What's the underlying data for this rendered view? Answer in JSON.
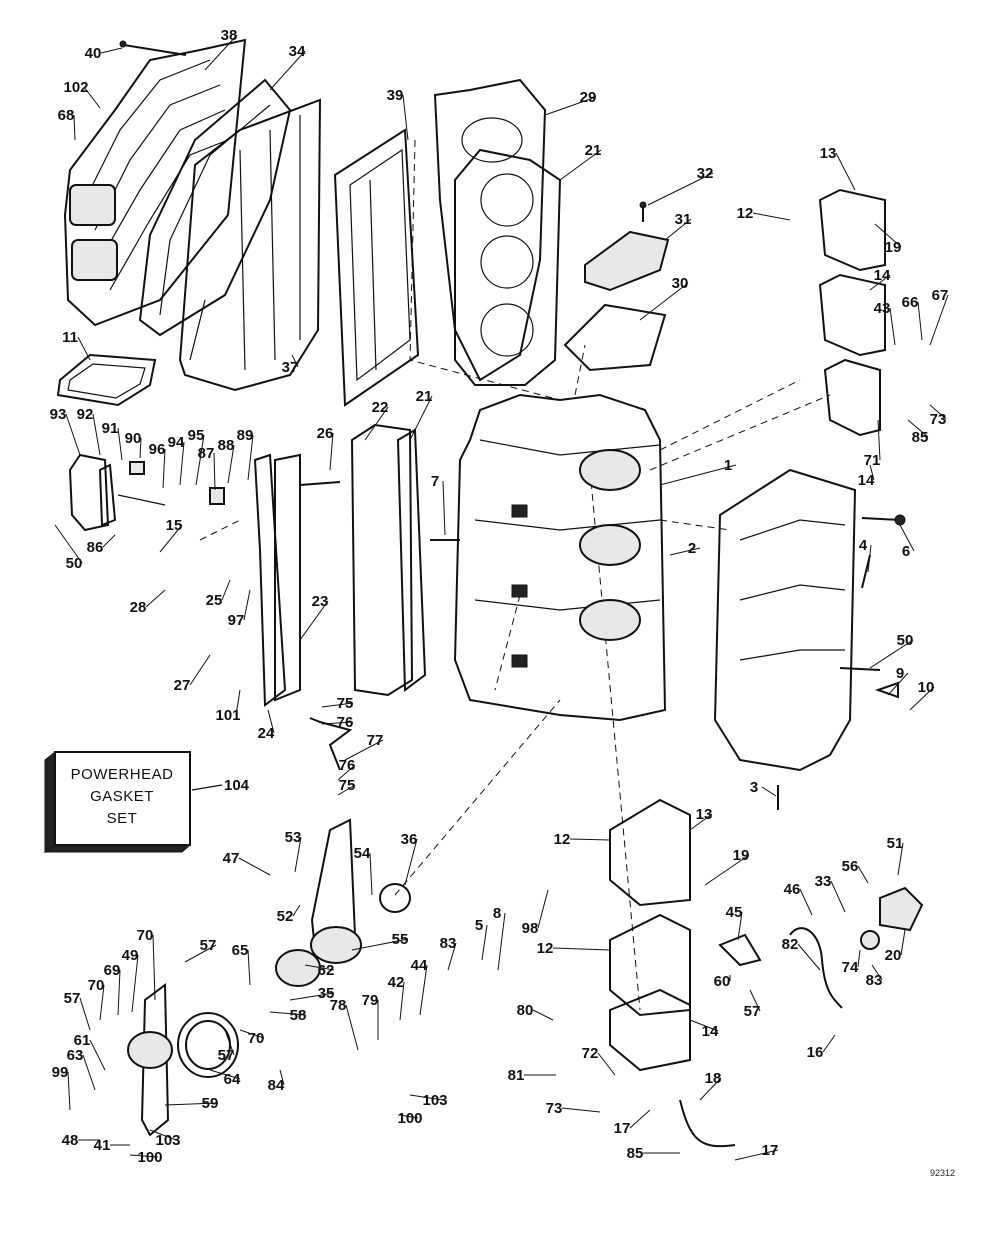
{
  "gasket_set": {
    "line1": "POWERHEAD",
    "line2": "GASKET",
    "line3": "SET",
    "number": "104"
  },
  "drawing_ref": "92312",
  "callouts": [
    "1",
    "2",
    "3",
    "4",
    "5",
    "6",
    "7",
    "8",
    "9",
    "10",
    "11",
    "12",
    "13",
    "14",
    "15",
    "16",
    "17",
    "18",
    "19",
    "20",
    "21",
    "22",
    "23",
    "24",
    "25",
    "26",
    "27",
    "28",
    "29",
    "30",
    "31",
    "32",
    "33",
    "34",
    "35",
    "36",
    "37",
    "38",
    "39",
    "40",
    "41",
    "42",
    "43",
    "44",
    "45",
    "46",
    "47",
    "48",
    "49",
    "50",
    "51",
    "52",
    "53",
    "54",
    "55",
    "56",
    "57",
    "58",
    "59",
    "60",
    "61",
    "62",
    "63",
    "64",
    "65",
    "66",
    "67",
    "68",
    "69",
    "70",
    "71",
    "72",
    "73",
    "74",
    "75",
    "76",
    "77",
    "78",
    "79",
    "80",
    "81",
    "82",
    "83",
    "84",
    "85",
    "86",
    "87",
    "88",
    "89",
    "90",
    "91",
    "92",
    "93",
    "94",
    "95",
    "96",
    "97",
    "98",
    "99",
    "100",
    "101",
    "102",
    "103"
  ]
}
